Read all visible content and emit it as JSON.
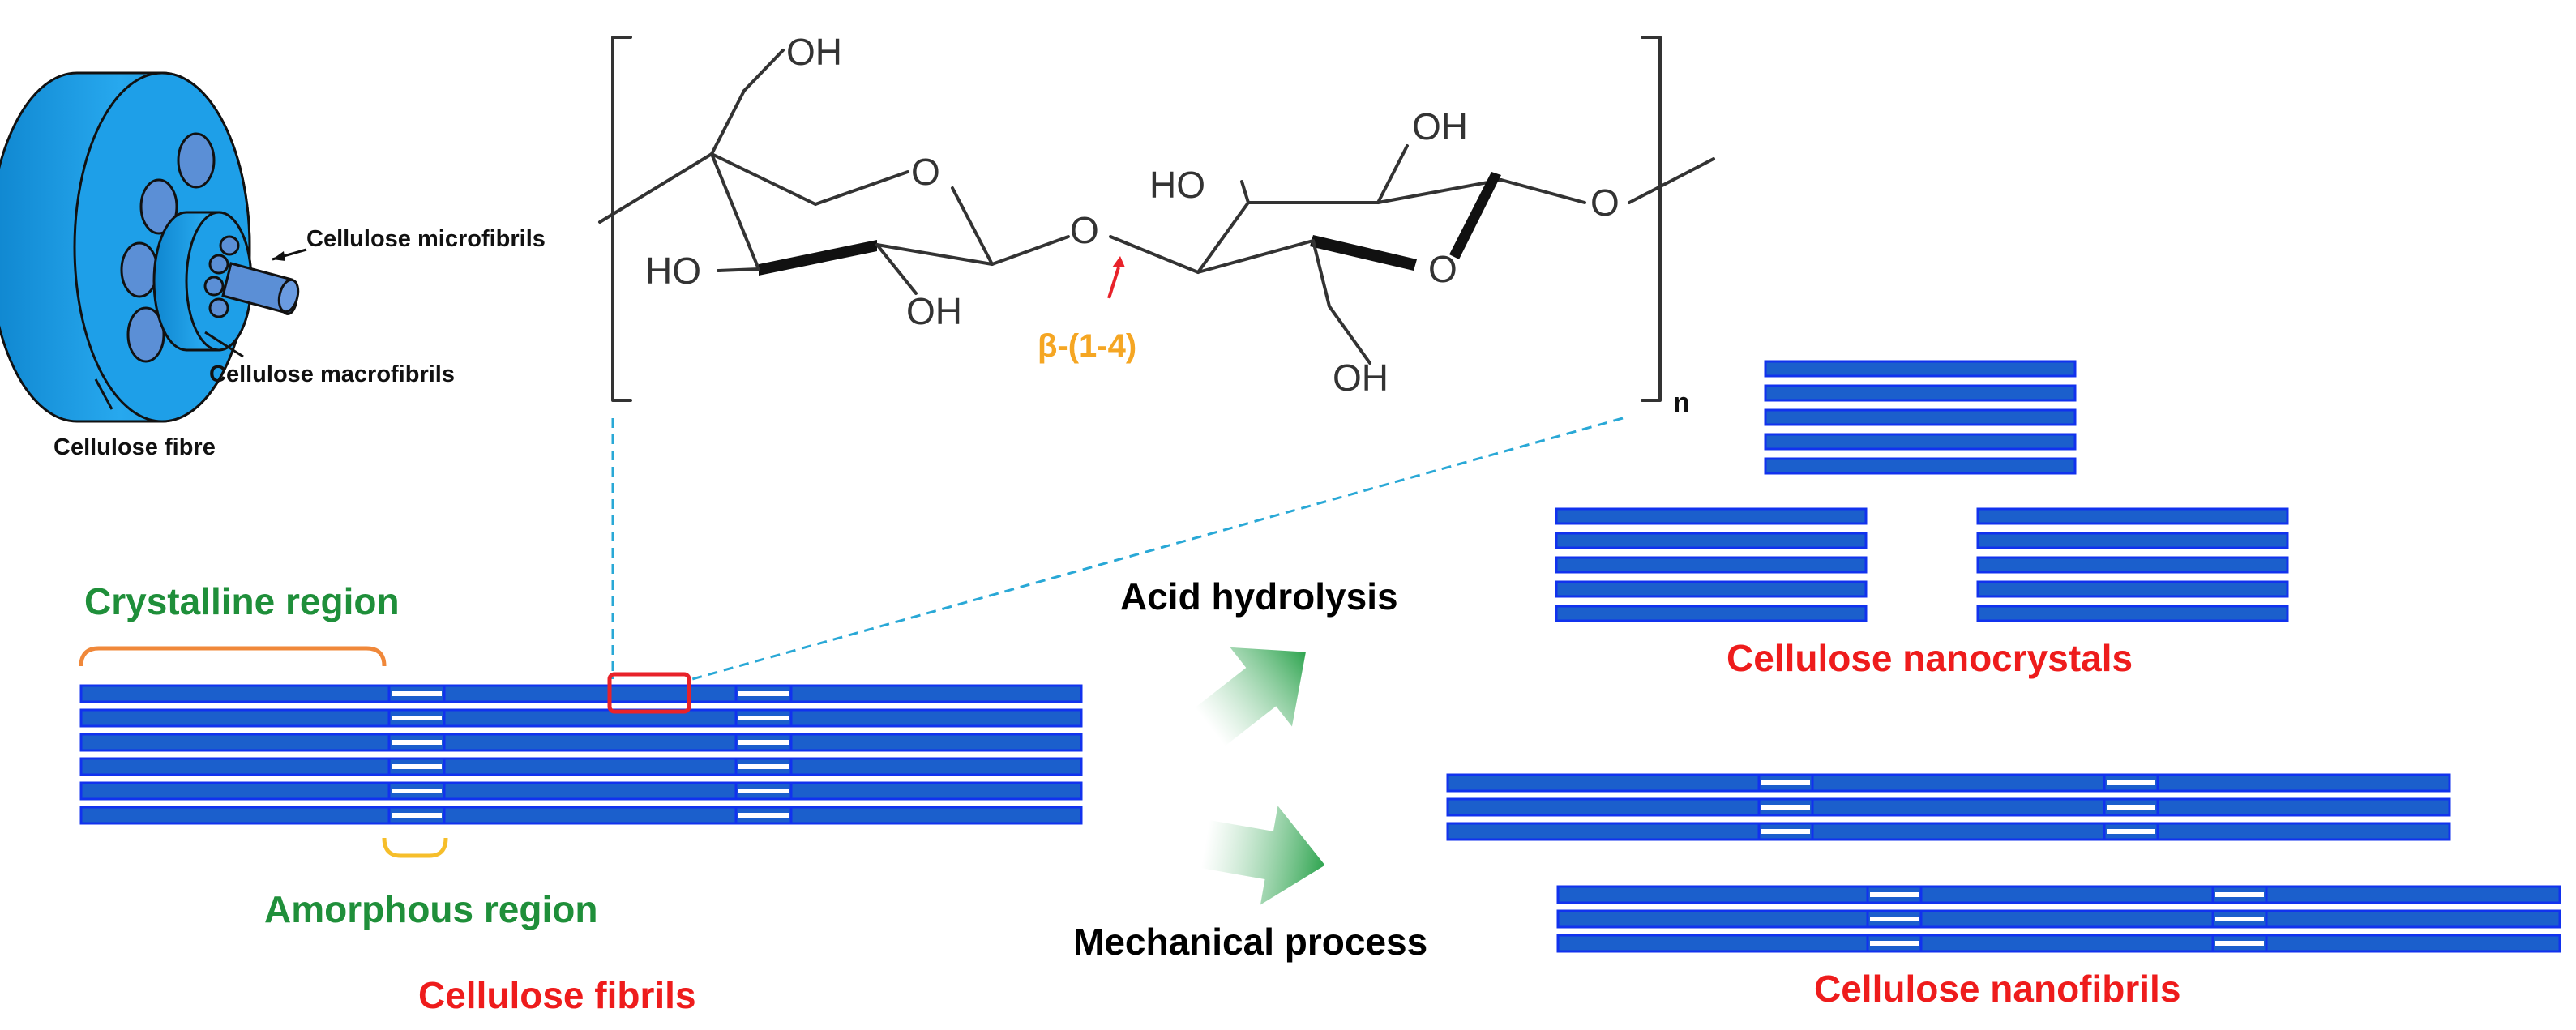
{
  "labels": {
    "microfibrils": "Cellulose microfibrils",
    "macrofibrils": "Cellulose macrofibrils",
    "fibre": "Cellulose fibre",
    "crystalline": "Crystalline region",
    "amorphous": "Amorphous region",
    "fibrils": "Cellulose fibrils",
    "acid": "Acid hydrolysis",
    "mechanical": "Mechanical process",
    "nanocrystals": "Cellulose nanocrystals",
    "nanofibrils": "Cellulose nanofibrils",
    "linkage": "β-(1-4)",
    "repeat": "n"
  },
  "chemistry": {
    "oh": "OH",
    "ho": "HO",
    "o": "O"
  },
  "colors": {
    "fibre_blue": "#1e9fe8",
    "strand_blue": "#1b5fcc",
    "green_text": "#1f8f3a",
    "red_text": "#ee1c1c",
    "orange_text": "#f5a623",
    "bracket_orange": "#f0883a",
    "bracket_yellow": "#f6be2a",
    "arrow_green": "#2ea44f",
    "highlight_red": "#e8222a",
    "dashed_cyan": "#29a8d6"
  },
  "icons": {
    "flow_arrows": "arrow-right-up-icon"
  }
}
